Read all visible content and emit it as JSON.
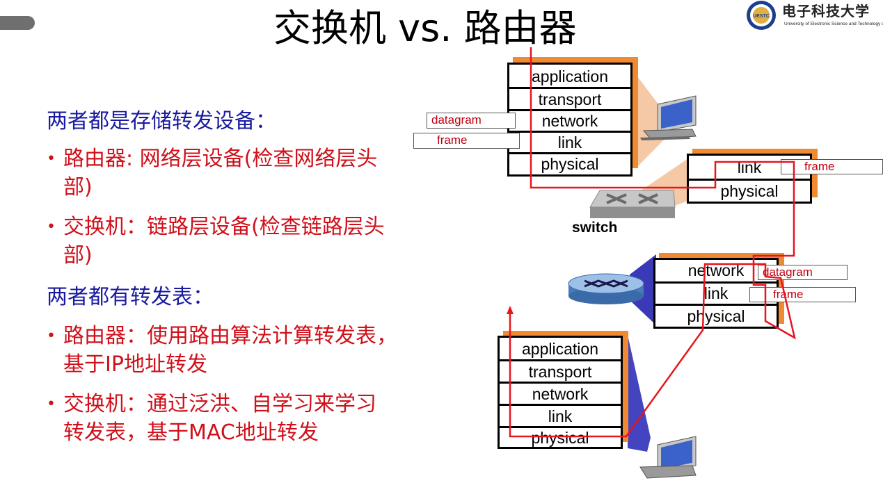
{
  "title": "交换机 vs. 路由器",
  "logo": {
    "cn_name": "电子科技大学",
    "en_name": "University of Electronic Science and Technology of China",
    "seal_text": "UESTC"
  },
  "content": {
    "heading1": "两者都是存储转发设备：",
    "bullet1": [
      "路由器: 网络层设备(检查网络层头",
      "部)"
    ],
    "bullet2": [
      "交换机：链路层设备(检查链路层头",
      "部)"
    ],
    "heading2": "两者都有转发表：",
    "bullet3": [
      "路由器：使用路由算法计算转发表，",
      "基于IP地址转发"
    ],
    "bullet4": [
      "交换机：通过泛洪、自学习来学习",
      "转发表，基于MAC地址转发"
    ]
  },
  "diagram": {
    "host_top": {
      "layers": [
        "application",
        "transport",
        "network",
        "link",
        "physical"
      ]
    },
    "switch": {
      "layers": [
        "link",
        "physical"
      ],
      "label": "switch"
    },
    "router": {
      "layers": [
        "network",
        "link",
        "physical"
      ]
    },
    "host_bottom": {
      "layers": [
        "application",
        "transport",
        "network",
        "link",
        "physical"
      ]
    },
    "pdu": {
      "host_datagram": "datagram",
      "host_frame": "frame",
      "switch_frame": "frame",
      "router_datagram": "datagram",
      "router_frame": "frame"
    },
    "colors": {
      "path": "#e8141e",
      "stack_shadow": "#f08a32",
      "router_cone": "#2424a8"
    }
  }
}
